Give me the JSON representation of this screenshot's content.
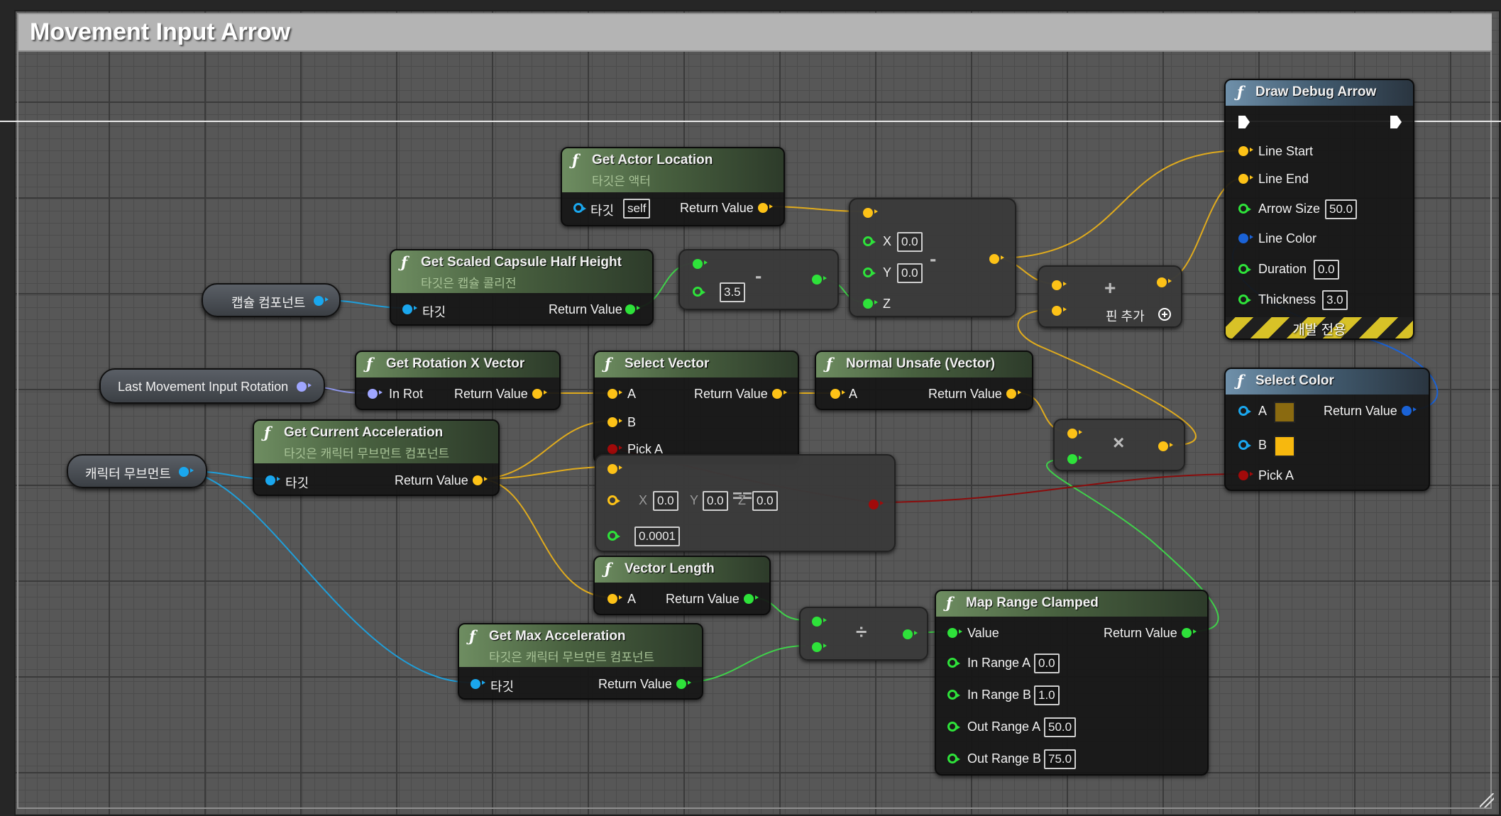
{
  "comment": {
    "title": "Movement Input Arrow"
  },
  "nodes": {
    "get_actor_location": {
      "title": "Get Actor Location",
      "subtitle": "타깃은 액터",
      "target_label": "타깃",
      "target_value": "self",
      "return_label": "Return Value"
    },
    "get_scaled_capsule_half_height": {
      "title": "Get Scaled Capsule Half Height",
      "subtitle": "타깃은 캡슐 콜리전",
      "target_label": "타깃",
      "return_label": "Return Value"
    },
    "capsule_component_var": {
      "label": "캡슐 컴포넌트"
    },
    "subtract_float": {
      "operator": "-",
      "b_value": "3.5"
    },
    "make_vector_subtract": {
      "operator": "-",
      "x_label": "X",
      "x_value": "0.0",
      "y_label": "Y",
      "y_value": "0.0",
      "z_label": "Z"
    },
    "add_vector": {
      "operator": "+",
      "add_pin_label": "핀 추가"
    },
    "draw_debug_arrow": {
      "title": "Draw Debug Arrow",
      "line_start": "Line Start",
      "line_end": "Line End",
      "arrow_size_label": "Arrow Size",
      "arrow_size": "50.0",
      "line_color": "Line Color",
      "duration_label": "Duration",
      "duration": "0.0",
      "thickness_label": "Thickness",
      "thickness": "3.0",
      "dev_only": "개발 전용"
    },
    "last_movement_input_rotation_var": {
      "label": "Last Movement Input Rotation"
    },
    "get_rotation_x_vector": {
      "title": "Get Rotation X Vector",
      "in_label": "In Rot",
      "return_label": "Return Value"
    },
    "select_vector": {
      "title": "Select Vector",
      "a_label": "A",
      "b_label": "B",
      "pick_label": "Pick A",
      "return_label": "Return Value"
    },
    "normal_unsafe": {
      "title": "Normal Unsafe (Vector)",
      "a_label": "A",
      "return_label": "Return Value"
    },
    "multiply_vector": {
      "operator": "×"
    },
    "select_color": {
      "title": "Select Color",
      "a_label": "A",
      "b_label": "B",
      "pick_label": "Pick A",
      "return_label": "Return Value",
      "color_a": "#8a6a10",
      "color_b": "#f7b80e"
    },
    "character_movement_var": {
      "label": "캐릭터 무브먼트"
    },
    "get_current_acceleration": {
      "title": "Get Current Acceleration",
      "subtitle": "타깃은 캐릭터 무브먼트 컴포넌트",
      "target_label": "타깃",
      "return_label": "Return Value"
    },
    "equal_vector": {
      "x_label": "X",
      "x_value": "0.0",
      "y_label": "Y",
      "y_value": "0.0",
      "z_label": "Z",
      "z_value": "0.0",
      "tolerance": "0.0001",
      "operator": "=="
    },
    "vector_length": {
      "title": "Vector Length",
      "a_label": "A",
      "return_label": "Return Value"
    },
    "get_max_acceleration": {
      "title": "Get Max Acceleration",
      "subtitle": "타깃은 캐릭터 무브먼트 컴포넌트",
      "target_label": "타깃",
      "return_label": "Return Value"
    },
    "divide_float": {
      "operator": "÷"
    },
    "map_range_clamped": {
      "title": "Map Range Clamped",
      "value_label": "Value",
      "return_label": "Return Value",
      "in_range_a_label": "In Range A",
      "in_range_a": "0.0",
      "in_range_b_label": "In Range B",
      "in_range_b": "1.0",
      "out_range_a_label": "Out Range A",
      "out_range_a": "50.0",
      "out_range_b_label": "Out Range B",
      "out_range_b": "75.0"
    }
  },
  "colors": {
    "vector_pin": "#fdc217",
    "float_pin": "#2ee23a",
    "object_pin": "#1aa7ee",
    "rotator_pin": "#9fa6ff",
    "color_pin": "#1a62d6",
    "bool_pin": "#a10a0a"
  }
}
